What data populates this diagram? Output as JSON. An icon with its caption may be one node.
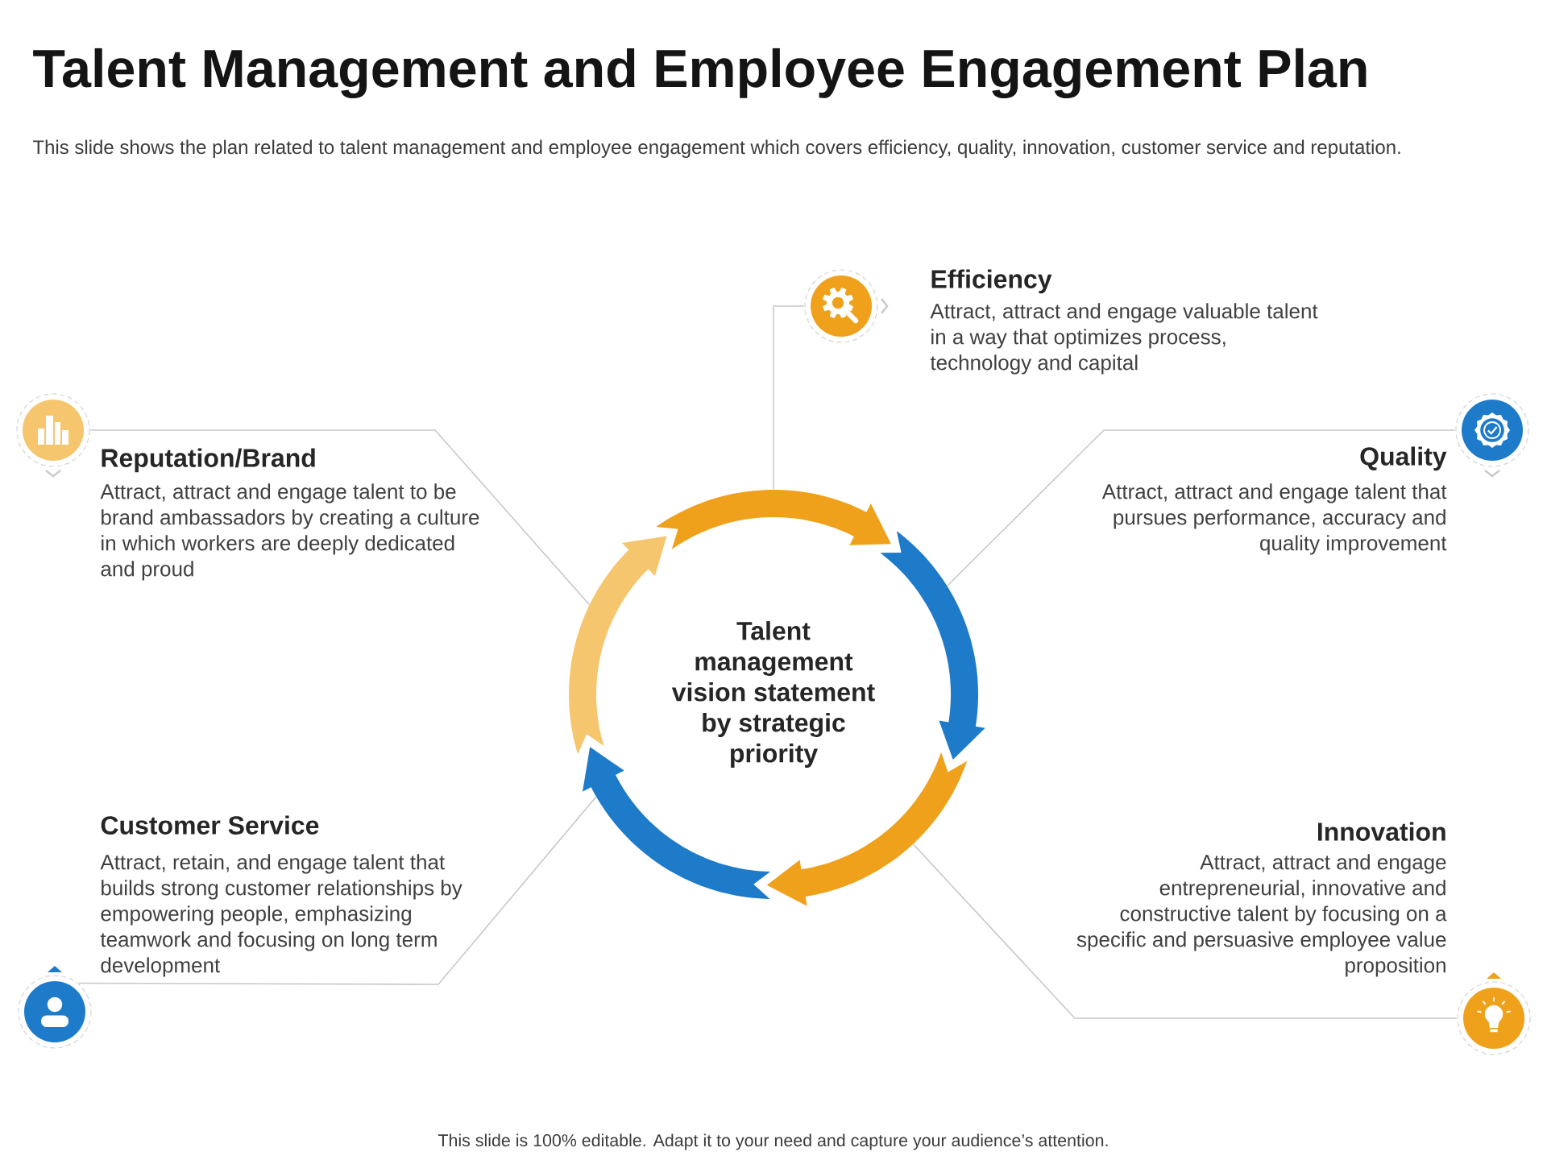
{
  "diagram": {
    "title": "Talent Management and Employee Engagement Plan",
    "nodes": [
      {
        "text": [],
        "shape": "circle"
      },
      {
        "text": [
          "Efficiency",
          "Attract, attract and engage valuable talent in a way that optimizes process, technology and capital"
        ]
      },
      {
        "text": [],
        "shape": "circle"
      },
      {
        "text": [
          "Reputation/Brand",
          "Attract, attract and engage talent to be brand ambassadors by creating a culture in which workers are deeply dedicated and proud"
        ]
      },
      {
        "text": [],
        "shape": "circle"
      },
      {
        "text": [
          "Quality",
          "Attract, attract and engage talent that pursues performance, accuracy and quality improvement"
        ]
      },
      {
        "text": [
          "Talent management vision statement by strategic priority"
        ]
      },
      {
        "text": [
          "Customer Service",
          "Attract, retain, and engage talent that builds strong customer relationships by empowering people, emphasizing teamwork and focusing on long term development"
        ]
      },
      {
        "text": [],
        "shape": "circle"
      },
      {
        "text": [
          "Innovation",
          "Attract, attract and engage entrepreneurial, innovative and constructive talent by focusing on a specific and persuasive employee value proposition"
        ]
      },
      {
        "text": [],
        "shape": "circle"
      }
    ],
    "edges": [
      {
        "from": 6,
        "to": 0,
        "arrow": "none"
      },
      {
        "from": 6,
        "to": 2,
        "arrow": "none"
      },
      {
        "from": 6,
        "to": 4,
        "arrow": "none"
      },
      {
        "from": 6,
        "to": 8,
        "arrow": "none"
      },
      {
        "from": 6,
        "to": 10,
        "arrow": "none"
      }
    ],
    "labels": [
      "This slide shows the plan related to talent management and employee engagement which covers efficiency, quality, innovation, customer service and reputation.",
      "This slide is 100% editable. Adapt it to your need and capture your audience’s attention."
    ]
  }
}
